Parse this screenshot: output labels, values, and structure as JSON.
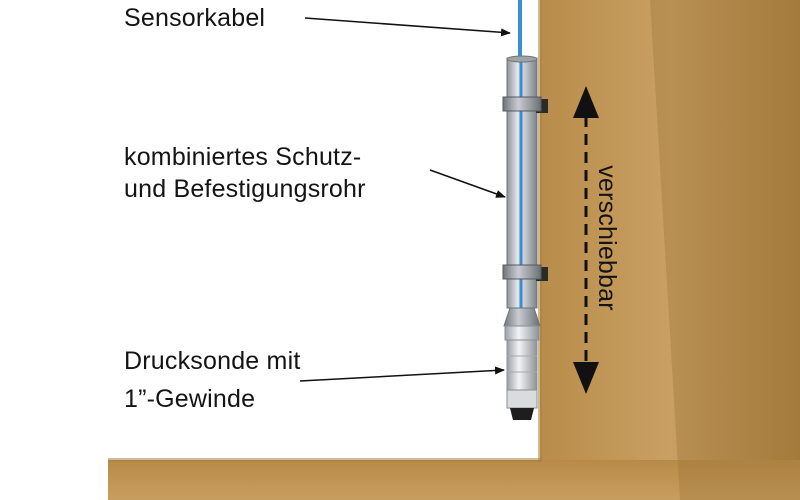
{
  "labels": {
    "sensorkabel": "Sensorkabel",
    "rohr_line1": "kombiniertes Schutz-",
    "rohr_line2": "und Befestigungsrohr",
    "sonde_line1": "Drucksonde mit",
    "sonde_line2": "1”-Gewinde",
    "verschiebbar": "verschiebbar"
  },
  "colors": {
    "wall": "#c69c5c",
    "wall_edge": "#a8813f",
    "background": "#ffffff",
    "cable": "#3b8fd0",
    "tube": "#c8ccd0",
    "bracket": "#2a2a2a",
    "text": "#141414",
    "arrow": "#111111"
  }
}
